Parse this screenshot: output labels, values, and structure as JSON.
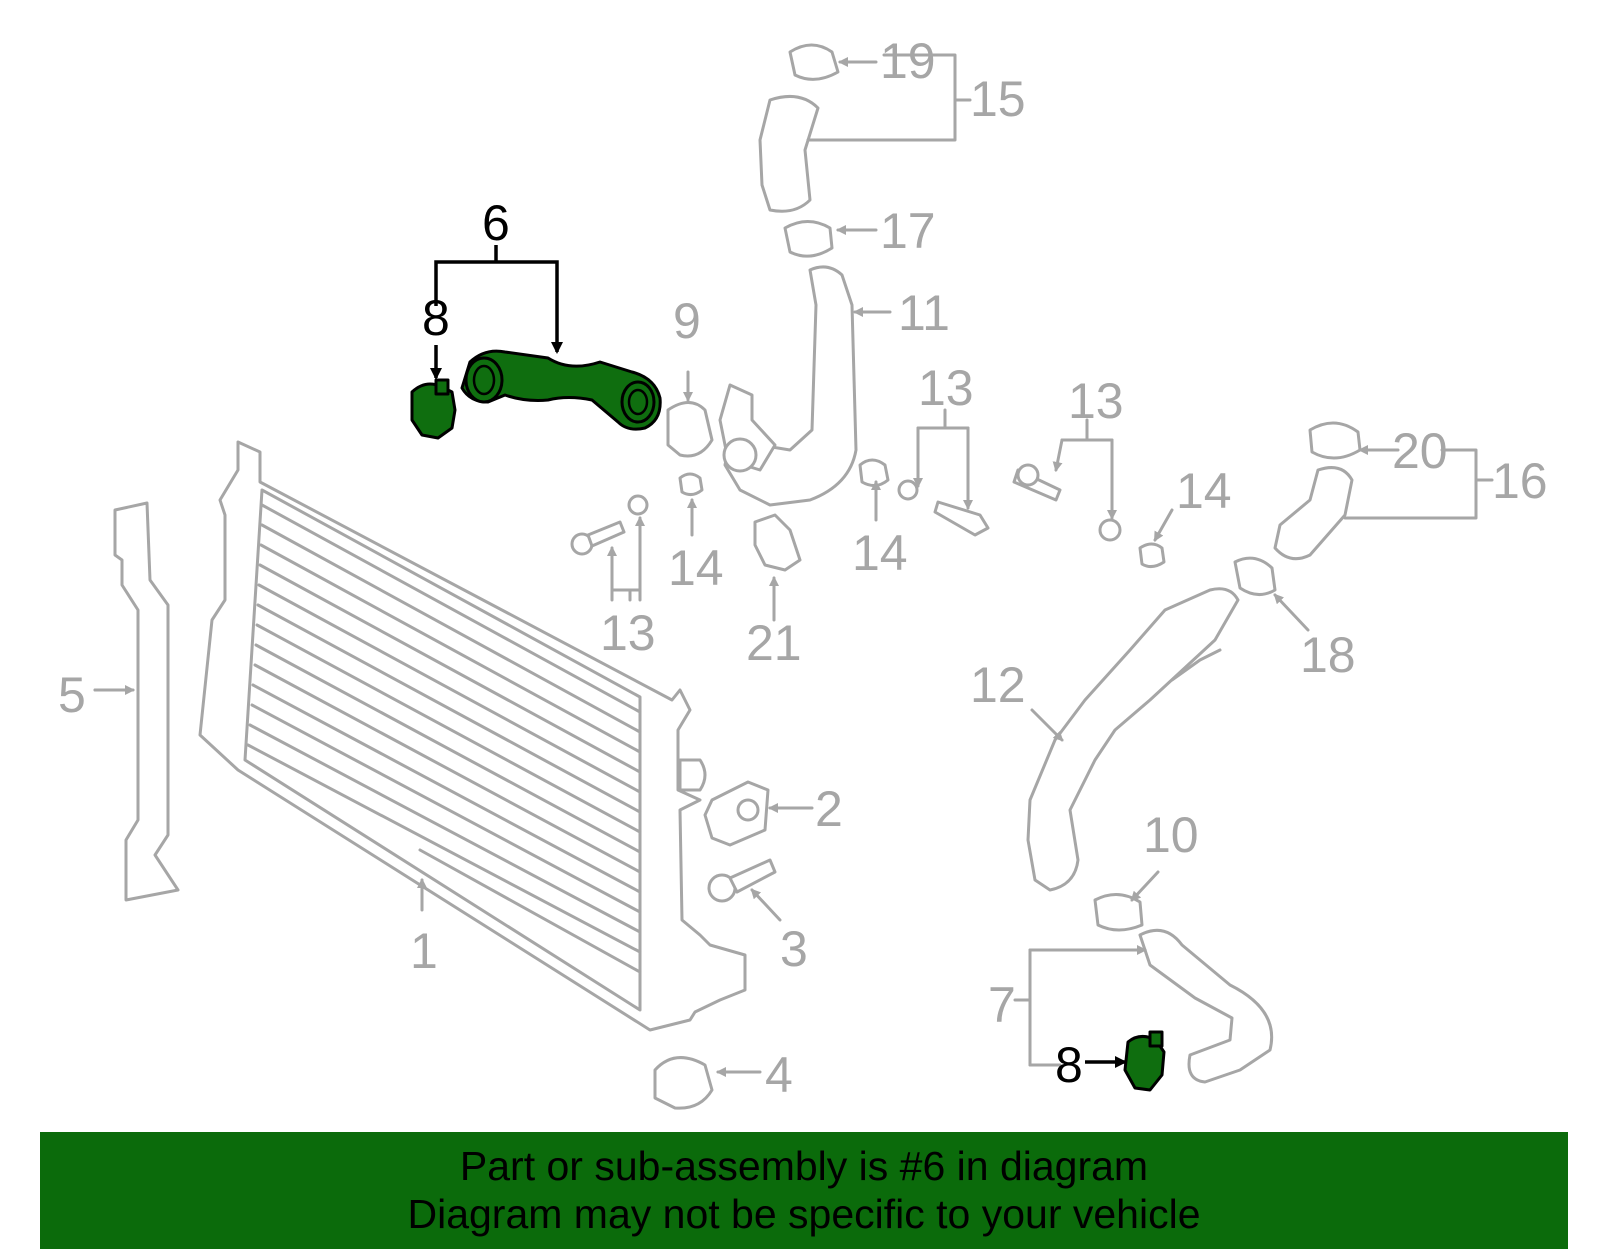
{
  "colors": {
    "highlight": "#0f6e0f",
    "linework": "#a6a6a6",
    "banner_bg": "#0b6b0b"
  },
  "callouts": {
    "n1": "1",
    "n2": "2",
    "n3": "3",
    "n4": "4",
    "n5": "5",
    "n6": "6",
    "n7": "7",
    "n8a": "8",
    "n8b": "8",
    "n9": "9",
    "n10": "10",
    "n11": "11",
    "n12": "12",
    "n13a": "13",
    "n13b": "13",
    "n13c": "13",
    "n14a": "14",
    "n14b": "14",
    "n14c": "14",
    "n15": "15",
    "n16": "16",
    "n17": "17",
    "n18": "18",
    "n19": "19",
    "n20": "20",
    "n21": "21"
  },
  "highlighted_part": "6",
  "banner": {
    "line1": "Part or sub-assembly is #6 in diagram",
    "line2": "Diagram may not be specific to your vehicle"
  }
}
